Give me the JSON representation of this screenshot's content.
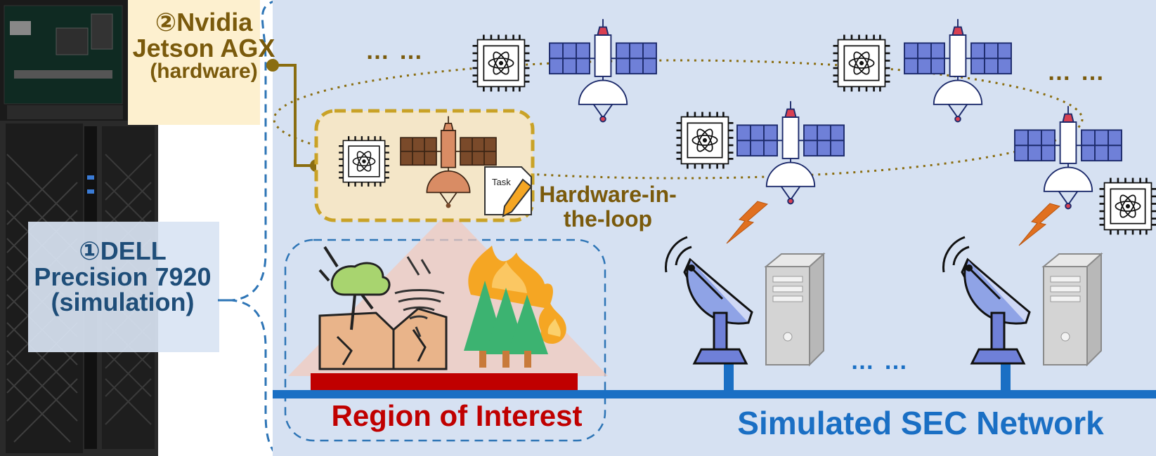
{
  "labels": {
    "jetson_title": "②Nvidia Jetson AGX",
    "jetson_sub": "(hardware)",
    "dell_title": "①DELL Precision 7920",
    "dell_sub": "(simulation)",
    "hil": "Hardware-in-the-loop",
    "roi": "Region of Interest",
    "sec": "Simulated SEC Network",
    "task": "Task",
    "ellipsis": "… …"
  },
  "colors": {
    "panel_bg": "#d6e1f2",
    "brace": "#2e75b6",
    "orbit": "#8a6d10",
    "hil_box": "#c9a227",
    "roi_text": "#c00000",
    "sec_text": "#1a6fc4",
    "panel_blue": "#6f80d8",
    "panel_brown": "#7a4a2a",
    "bolt": "#e07020",
    "fire": "#f5a623",
    "tree": "#3cb371",
    "ground_bar": "#c00000"
  },
  "icons": [
    "server-tower-icon",
    "circuit-board-icon",
    "cpu-atom-icon",
    "satellite-icon",
    "satellite-dish-icon",
    "server-icon",
    "lightning-icon",
    "wildfire-icon",
    "earthquake-icon",
    "tornado-icon",
    "tree-icon",
    "task-note-icon",
    "pencil-icon"
  ]
}
